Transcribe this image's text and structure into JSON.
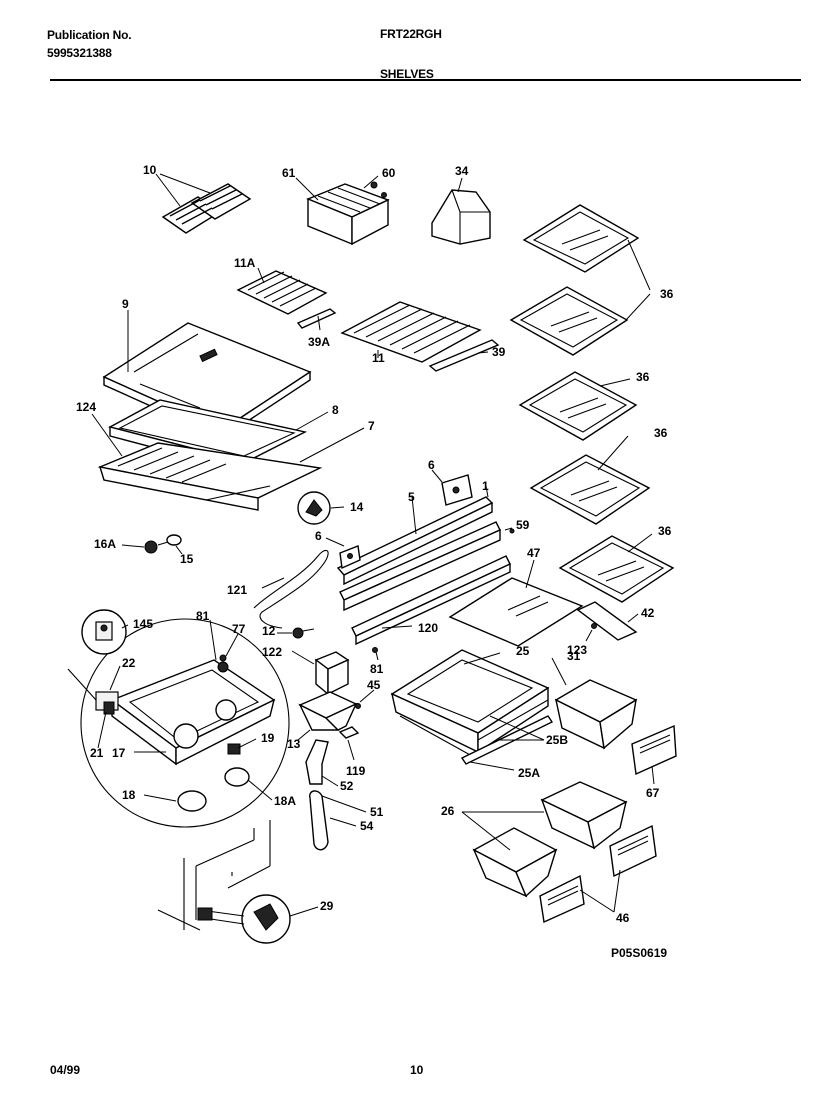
{
  "header": {
    "publication_label": "Publication No.",
    "publication_number": "5995321388",
    "model": "FRT22RGH",
    "section": "SHELVES"
  },
  "footer": {
    "date": "04/99",
    "page": "10",
    "drawing_code": "P05S0619"
  },
  "callouts": {
    "c10": "10",
    "c61": "61",
    "c60": "60",
    "c34": "34",
    "c36a": "36",
    "c11A": "11A",
    "c9": "9",
    "c39A": "39A",
    "c11": "11",
    "c39": "39",
    "c36b": "36",
    "c124": "124",
    "c8": "8",
    "c7": "7",
    "c36c": "36",
    "c6a": "6",
    "c1": "1",
    "c14": "14",
    "c5": "5",
    "c59": "59",
    "c36d": "36",
    "c16A": "16A",
    "c15": "15",
    "c6b": "6",
    "c47": "47",
    "c121": "121",
    "c42": "42",
    "c145": "145",
    "c81a": "81",
    "c77": "77",
    "c12": "12",
    "c120": "120",
    "c123": "123",
    "c122": "122",
    "c81b": "81",
    "c25": "25",
    "c31": "31",
    "c22": "22",
    "c45": "45",
    "c19": "19",
    "c13": "13",
    "c25B": "25B",
    "c21": "21",
    "c17": "17",
    "c119": "119",
    "c52": "52",
    "c25A": "25A",
    "c67": "67",
    "c18": "18",
    "c18A": "18A",
    "c51": "51",
    "c26": "26",
    "c54": "54",
    "c29": "29",
    "c46": "46"
  }
}
